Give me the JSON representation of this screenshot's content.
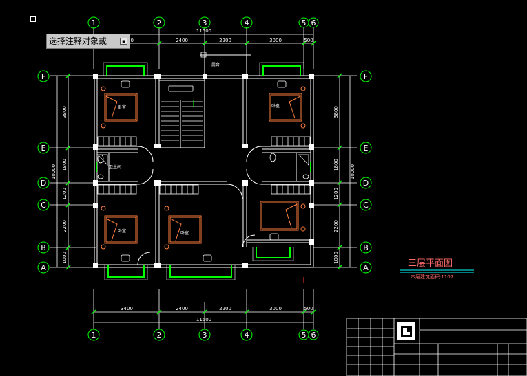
{
  "tooltip": {
    "text": "选择注释对象或",
    "dropdown_glyph": "▪"
  },
  "axes_top": [
    "1",
    "2",
    "3",
    "4",
    "5",
    "6"
  ],
  "axes_bottom": [
    "1",
    "2",
    "3",
    "4",
    "5",
    "6"
  ],
  "axes_left": [
    "F",
    "E",
    "D",
    "C",
    "B",
    "A"
  ],
  "axes_right": [
    "F",
    "E",
    "D",
    "C",
    "B",
    "A"
  ],
  "dims_h": [
    "3400",
    "2400",
    "2200",
    "3000",
    "500"
  ],
  "dim_total_h": "11500",
  "dims_v_left": [
    "3800",
    "1800",
    "1200",
    "2200",
    "1000"
  ],
  "dims_v_right": [
    "3800",
    "1800",
    "1200",
    "2200",
    "1000"
  ],
  "dim_total_v": "10000",
  "room_labels": {
    "balcony": "露台",
    "bed_tl": "卧室",
    "bed_tr": "卧室",
    "bath": "卫生间",
    "bed_bl": "卧室",
    "bed_bm": "卧室"
  },
  "drawing_title": "三层平面图",
  "drawing_subtitle": "本层建筑面积:1107",
  "colors": {
    "wall": "#ffffff",
    "axis": "#00ff00",
    "furniture": "#ff8040",
    "title": "#ff6a6a",
    "accent": "#00ffff"
  }
}
